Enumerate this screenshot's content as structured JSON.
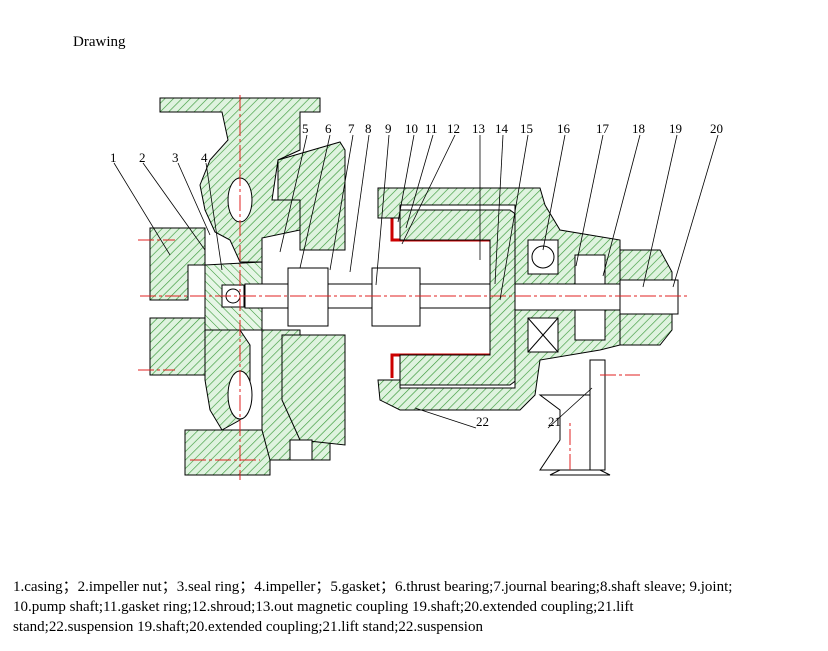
{
  "title": "Drawing",
  "callouts": [
    "1",
    "2",
    "3",
    "4",
    "5",
    "6",
    "7",
    "8",
    "9",
    "10",
    "11",
    "12",
    "13",
    "14",
    "15",
    "16",
    "17",
    "18",
    "19",
    "20",
    "21",
    "22"
  ],
  "legend": [
    "1.casing；2.impeller nut；3.seal ring；4.impeller；5.gasket；6.thrust bearing;7.journal bearing;8.shaft sleave; 9.joint;",
    "10.pump shaft;11.gasket ring;12.shroud;13.out magnetic coupling 19.shaft;20.extended coupling;21.lift",
    "stand;22.suspension 19.shaft;20.extended coupling;21.lift stand;22.suspension"
  ],
  "colors": {
    "hatch": "#3a9a3a",
    "centerline": "#e02020",
    "shroud": "#cc0000",
    "outline": "#000000"
  }
}
